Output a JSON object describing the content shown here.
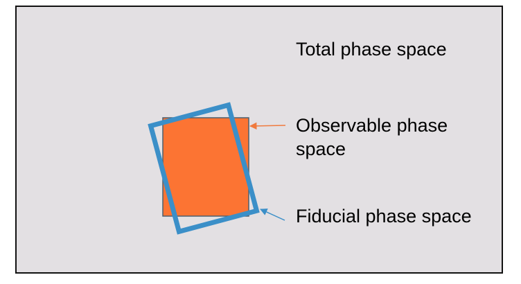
{
  "labels": {
    "total": "Total phase space",
    "observable_line1": "Observable phase",
    "observable_line2": "space",
    "fiducial": "Fiducial phase space"
  },
  "colors": {
    "background": "#e3e0e3",
    "frame_border": "#111111",
    "observable_fill": "#fc7433",
    "observable_stroke": "#4a5f6f",
    "fiducial_stroke": "#3b8fc8",
    "observable_arrow": "#f07a3e",
    "fiducial_arrow": "#3b8fc8",
    "text": "#000000"
  }
}
